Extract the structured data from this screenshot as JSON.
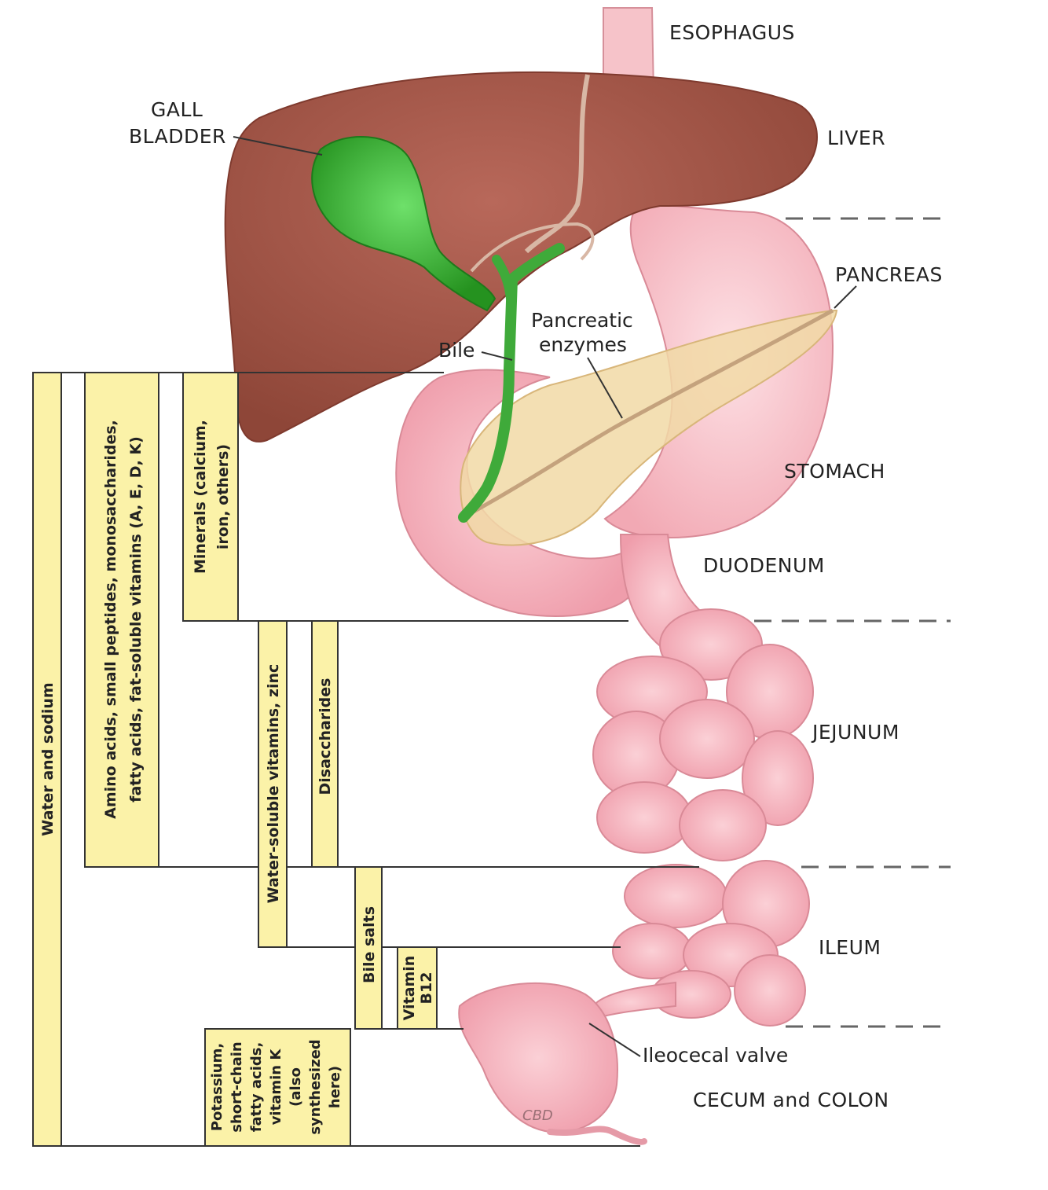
{
  "organs": {
    "esophagus": "ESOPHAGUS",
    "liver": "LIVER",
    "gall_bladder_line1": "GALL",
    "gall_bladder_line2": "BLADDER",
    "pancreas": "PANCREAS",
    "stomach": "STOMACH",
    "duodenum": "DUODENUM",
    "jejunum": "JEJUNUM",
    "ileum": "ILEUM",
    "cecum_colon": "CECUM and COLON"
  },
  "annotations": {
    "bile": "Bile",
    "pancreatic_line1": "Pancreatic",
    "pancreatic_line2": "enzymes",
    "ileocecal_valve": "Ileocecal valve",
    "signature": "CBD"
  },
  "absorption": {
    "water_sodium": "Water and sodium",
    "amino_line1": "Amino acids, small peptides, monosaccharides,",
    "amino_line2": "fatty acids, fat-soluble vitamins (A, E, D, K)",
    "minerals_line1": "Minerals (calcium,",
    "minerals_line2": "iron, others)",
    "water_soluble": "Water-soluble vitamins, zinc",
    "disaccharides": "Disaccharides",
    "bile_salts": "Bile salts",
    "vitb12_line1": "Vitamin",
    "vitb12_line2": "B12",
    "potassium_line1": "Potassium,",
    "potassium_line2": "short-chain",
    "potassium_line3": "fatty acids,",
    "potassium_line4": "vitamin K",
    "potassium_line5": "(also",
    "potassium_line6": "synthesized",
    "potassium_line7": "here)"
  },
  "colors": {
    "liver": "#a55a4a",
    "gall_bladder": "#3fb53f",
    "stomach": "#f7bcc4",
    "pancreas": "#f1d9a6",
    "intestine": "#f3aab5",
    "label_box": "#fbf2a8"
  }
}
